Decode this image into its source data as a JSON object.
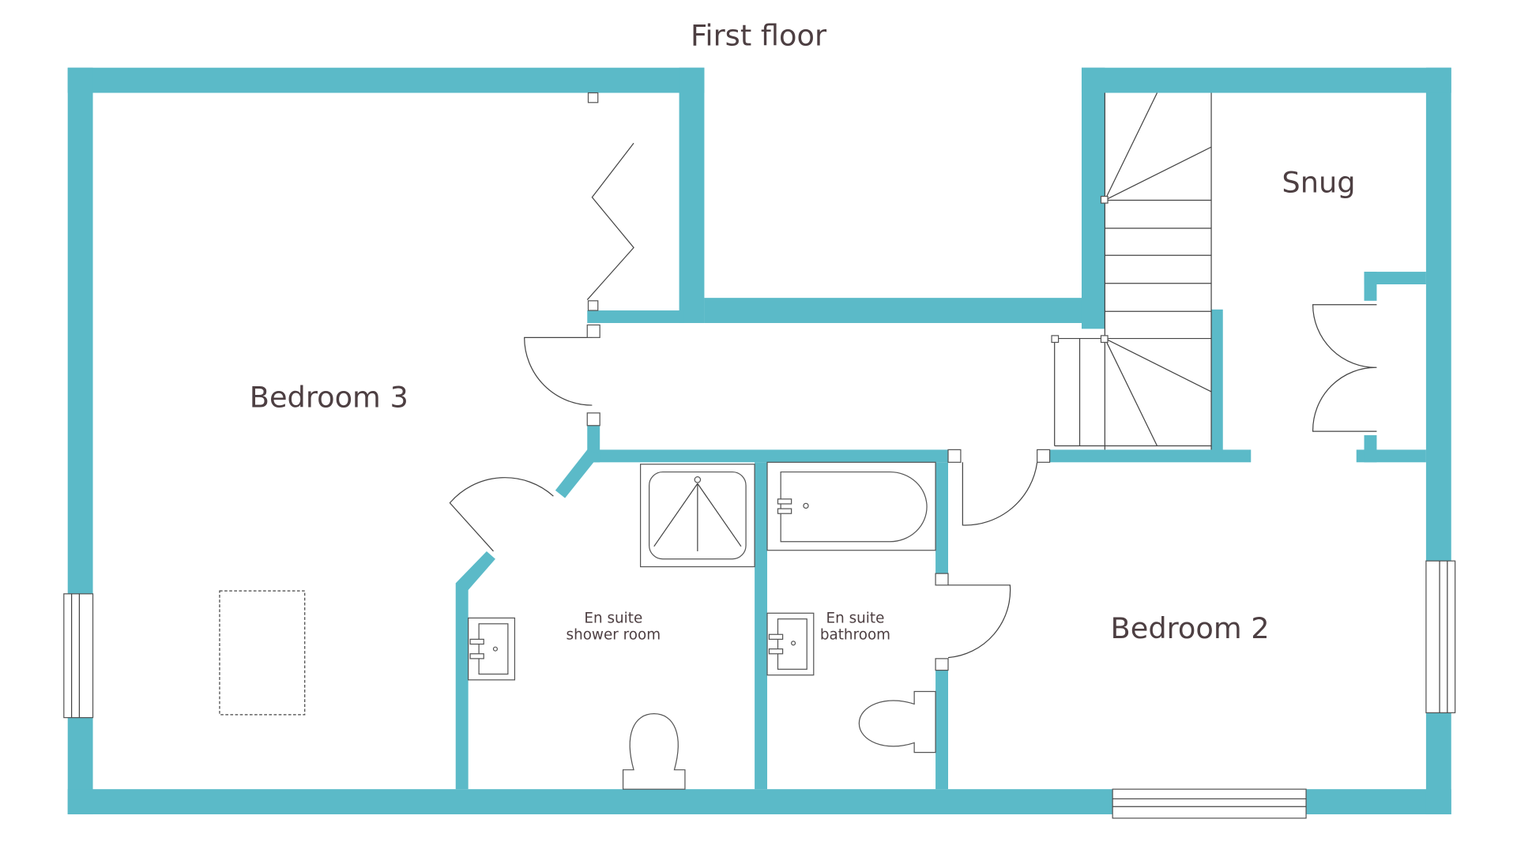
{
  "title": "First floor",
  "rooms": {
    "bedroom3": "Bedroom 3",
    "bedroom2": "Bedroom 2",
    "snug": "Snug",
    "shower_line1": "En suite",
    "shower_line2": "shower room",
    "bath_line1": "En suite",
    "bath_line2": "bathroom"
  },
  "colors": {
    "wall": "#5bbac8",
    "text": "#4d3f42"
  }
}
